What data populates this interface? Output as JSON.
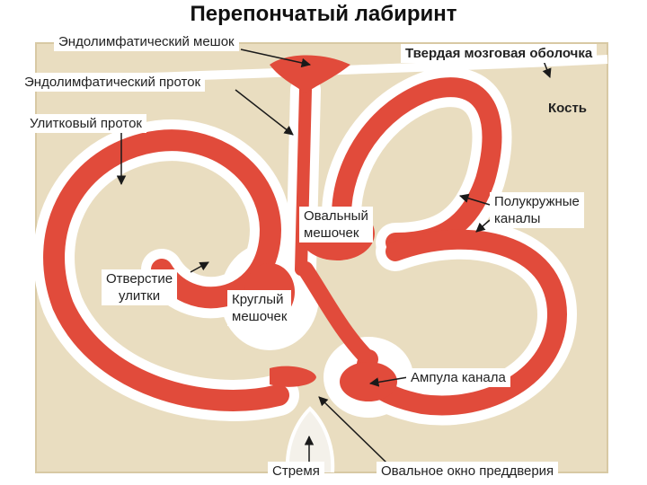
{
  "title": "Перепончатый лабиринт",
  "labels": {
    "endolymph_sac": "Эндолимфатический мешок",
    "endolymph_duct": "Эндолимфатический проток",
    "cochlear_duct": "Улитковый проток",
    "dura_mater": "Твердая мозговая оболочка",
    "bone": "Кость",
    "semicircular_l1": "Полукружные",
    "semicircular_l2": "каналы",
    "utricle_l1": "Овальный",
    "utricle_l2": "мешочек",
    "helicotrema_l1": "Отверстие",
    "helicotrema_l2": "улитки",
    "saccule_l1": "Круглый",
    "saccule_l2": "мешочек",
    "ampulla": "Ампула канала",
    "stapes": "Стремя",
    "oval_window": "Овальное окно преддверия"
  },
  "colors": {
    "background": "#e9ddc0",
    "labyrinth": "#e14b3b",
    "perilymph": "#ffffff",
    "arrow": "#1a1a1a"
  }
}
